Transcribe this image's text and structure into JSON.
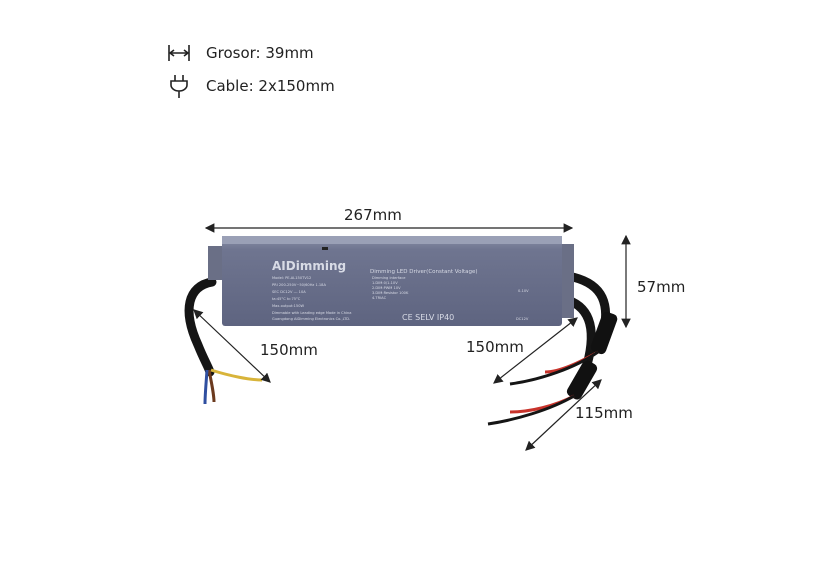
{
  "specs": [
    {
      "icon": "thickness-icon",
      "label": "Grosor: 39mm"
    },
    {
      "icon": "plug-icon",
      "label": "Cable: 2x150mm"
    }
  ],
  "dimensions": {
    "length": "267mm",
    "height": "57mm",
    "input_cable": "150mm",
    "output_cable": "150mm",
    "output_wire": "115mm"
  },
  "device": {
    "brand": "AIDimming",
    "title": "Dimming  LED Driver(Constant Voltage)",
    "specs_lines": [
      "Model: PE-AL150TV12",
      "PRI 200-250V~50/60Hz  1.18A",
      "SEC DC12V --- 10A",
      "ta:45°C  tc:75°C",
      "Max.output:150W",
      "Dimmable with Leading edge    Made in China",
      "Guangdong  AiDimming Electronics Co.,LTD."
    ],
    "interface_lines": [
      "Dimming interface",
      "1.DIM:0/1-10V",
      "2.DIM:PWM 10V",
      "3.DIM:Resistor 100K",
      "4.TRIAC"
    ],
    "marks": "CE  SELV  IP40",
    "output_labels": [
      "0-10V",
      "DC12V"
    ],
    "colors": {
      "body": "#6f7590",
      "cable": "#151515",
      "red_wire": "#c8332b",
      "brown_wire": "#6b3a1e",
      "blue_wire": "#2f4fa0",
      "yellow_wire": "#d8b43a"
    }
  }
}
